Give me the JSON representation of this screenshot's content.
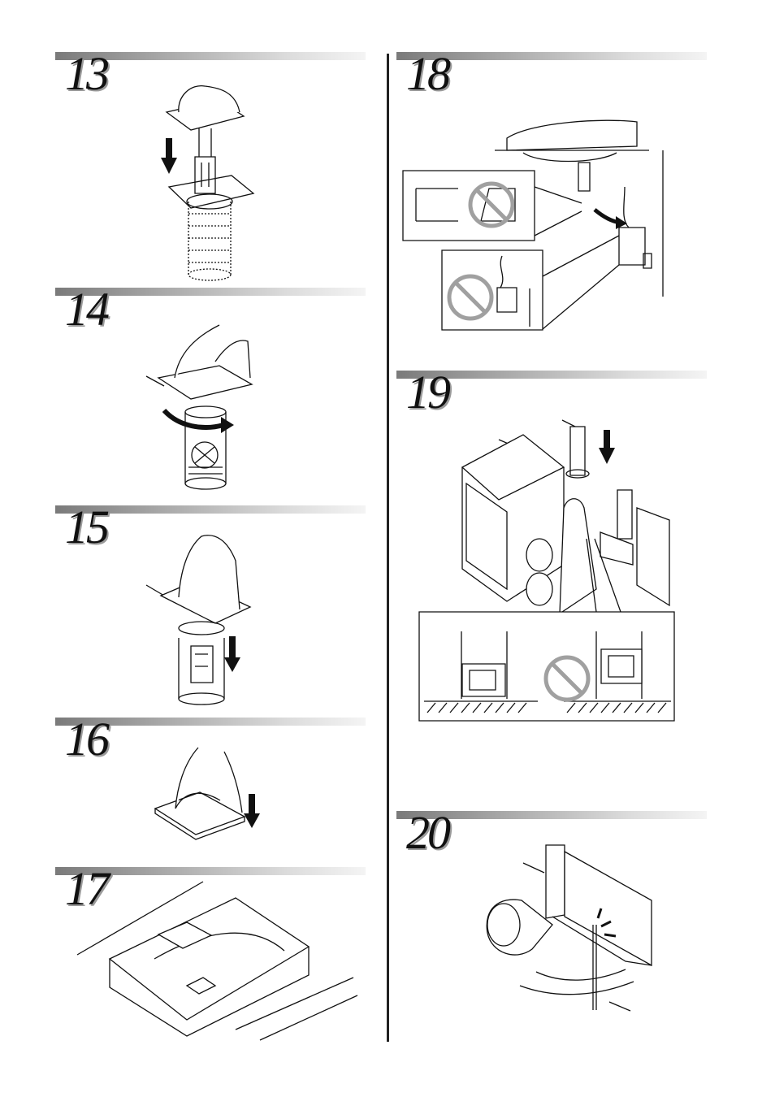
{
  "steps": [
    {
      "id": "13",
      "number": "13"
    },
    {
      "id": "14",
      "number": "14"
    },
    {
      "id": "15",
      "number": "15"
    },
    {
      "id": "16",
      "number": "16"
    },
    {
      "id": "17",
      "number": "17"
    },
    {
      "id": "18",
      "number": "18"
    },
    {
      "id": "19",
      "number": "19"
    },
    {
      "id": "20",
      "number": "20"
    }
  ],
  "icons": {
    "prohibited": "prohibited-icon",
    "arrow": "arrow-down-icon"
  },
  "colors": {
    "header_dark": "#7a7a7a",
    "header_light": "#f4f4f4",
    "prohibited_gray": "#a0a0a0",
    "line": "#111111"
  }
}
